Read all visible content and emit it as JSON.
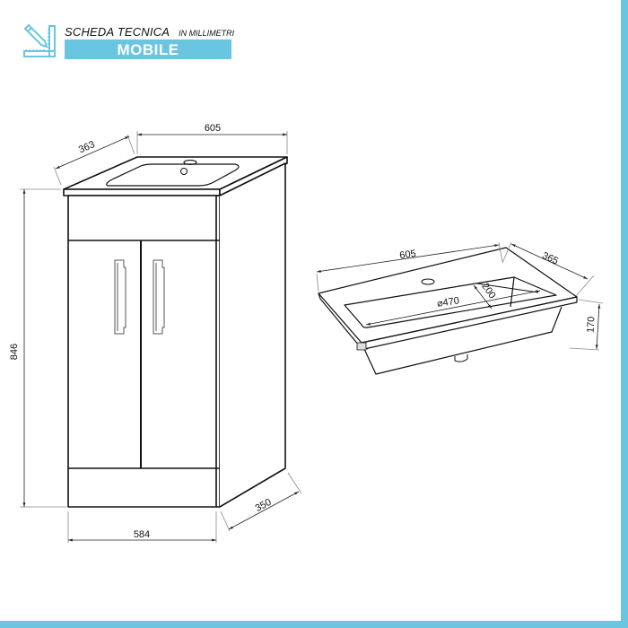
{
  "header": {
    "title": "SCHEDA TECNICA",
    "unit_note": "IN MILLIMETRI",
    "banner": "MOBILE",
    "logo_icon": "pencil-ruler-icon"
  },
  "colors": {
    "accent": "#6ac5e0",
    "line": "#111111",
    "dim_line": "#888888"
  },
  "cabinet": {
    "dimensions": {
      "top_width": "605",
      "top_depth": "363",
      "height": "846",
      "base_width": "584",
      "base_depth": "350"
    }
  },
  "basin": {
    "dimensions": {
      "width": "605",
      "depth": "365",
      "height": "170",
      "bowl_width": "⌀470",
      "bowl_depth": "200"
    }
  }
}
